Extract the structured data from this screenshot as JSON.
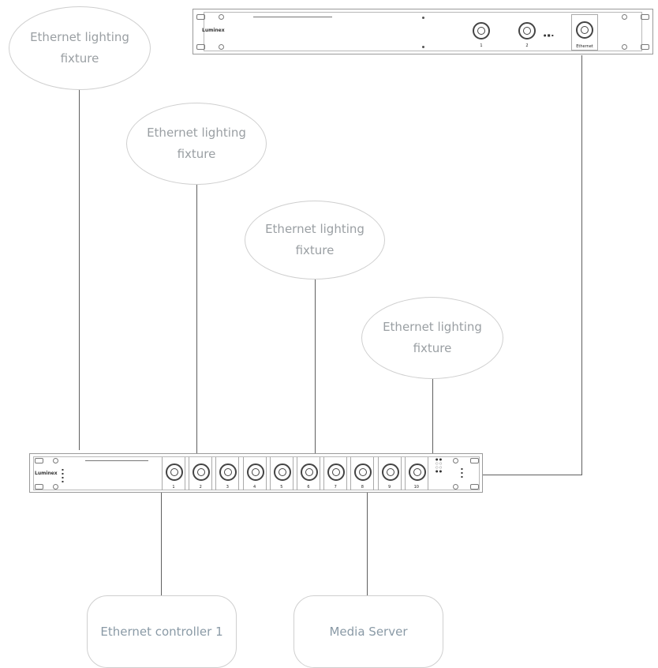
{
  "fixtures": [
    {
      "line1": "Ethernet lighting",
      "line2": "fixture"
    },
    {
      "line1": "Ethernet lighting",
      "line2": "fixture"
    },
    {
      "line1": "Ethernet lighting",
      "line2": "fixture"
    },
    {
      "line1": "Ethernet lighting",
      "line2": "fixture"
    }
  ],
  "controller": {
    "label": "Ethernet controller 1"
  },
  "media_server": {
    "label": "Media Server"
  },
  "switch_unit": {
    "brand": "Luminex",
    "ports": [
      "1",
      "2",
      "3",
      "4",
      "5",
      "6",
      "7",
      "8",
      "9",
      "10"
    ]
  },
  "node_unit": {
    "brand": "Luminex",
    "ports": [
      "1",
      "2"
    ],
    "ethernet_label": "Ethernet"
  }
}
